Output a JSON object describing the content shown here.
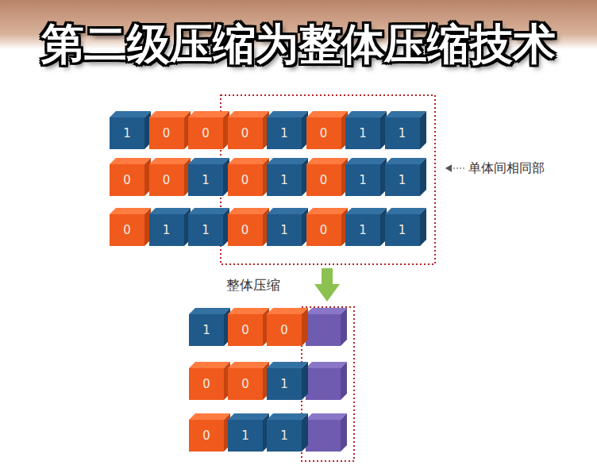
{
  "diagram": {
    "title": "第二级压缩为整体压缩技术",
    "nodes": [
      {
        "text": [
          "1"
        ]
      },
      {
        "text": [
          "0"
        ]
      },
      {
        "text": [
          "0"
        ]
      },
      {
        "text": [
          "0"
        ]
      },
      {
        "text": [
          "1"
        ]
      },
      {
        "text": [
          "0"
        ]
      },
      {
        "text": [
          "1"
        ]
      },
      {
        "text": [
          "1"
        ]
      },
      {
        "text": [
          "0"
        ]
      },
      {
        "text": [
          "0"
        ]
      },
      {
        "text": [
          "1"
        ]
      },
      {
        "text": [
          "0"
        ]
      },
      {
        "text": [
          "1"
        ]
      },
      {
        "text": [
          "0"
        ]
      },
      {
        "text": [
          "1"
        ]
      },
      {
        "text": [
          "1"
        ]
      },
      {
        "text": [
          "0"
        ]
      },
      {
        "text": [
          "1"
        ]
      },
      {
        "text": [
          "1"
        ]
      },
      {
        "text": [
          "0"
        ]
      },
      {
        "text": [
          "1"
        ]
      },
      {
        "text": [
          "0"
        ]
      },
      {
        "text": [
          "1"
        ]
      },
      {
        "text": [
          "1"
        ]
      },
      {
        "text": [
          "1"
        ]
      },
      {
        "text": [
          "0"
        ]
      },
      {
        "text": [
          "0"
        ]
      },
      {
        "text": [
          "0"
        ]
      },
      {
        "text": [
          "0"
        ]
      },
      {
        "text": [
          "1"
        ]
      },
      {
        "text": [
          "0"
        ]
      },
      {
        "text": [
          "1"
        ]
      },
      {
        "text": [
          "1"
        ]
      }
    ],
    "labels": [
      "单体间相同部",
      "整体压缩"
    ]
  }
}
